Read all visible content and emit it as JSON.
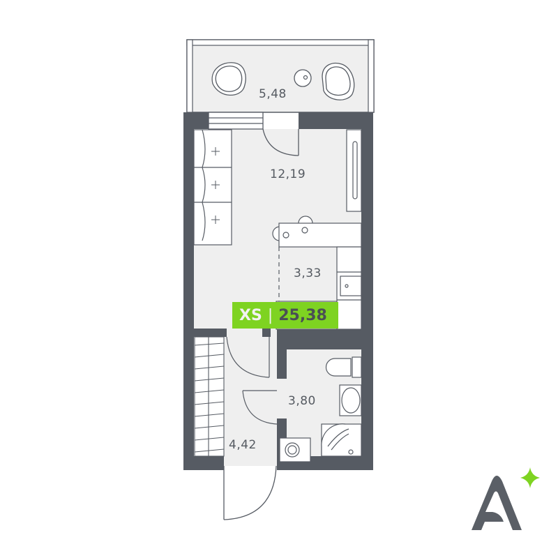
{
  "plan": {
    "type": "XS",
    "separator": "|",
    "total_area": "25,38",
    "rooms": [
      {
        "name": "balcony",
        "area": "5,48"
      },
      {
        "name": "living-room",
        "area": "12,19"
      },
      {
        "name": "kitchen",
        "area": "3,33"
      },
      {
        "name": "bathroom",
        "area": "3,80"
      },
      {
        "name": "hallway",
        "area": "4,42"
      }
    ]
  },
  "colors": {
    "wall": "#565b63",
    "floor": "#efefef",
    "accent_green": "#7ed321",
    "logo_gray": "#5a5f66",
    "line": "#565b63"
  },
  "logo": {
    "letter": "A",
    "icon": "sparkle-star-icon"
  }
}
